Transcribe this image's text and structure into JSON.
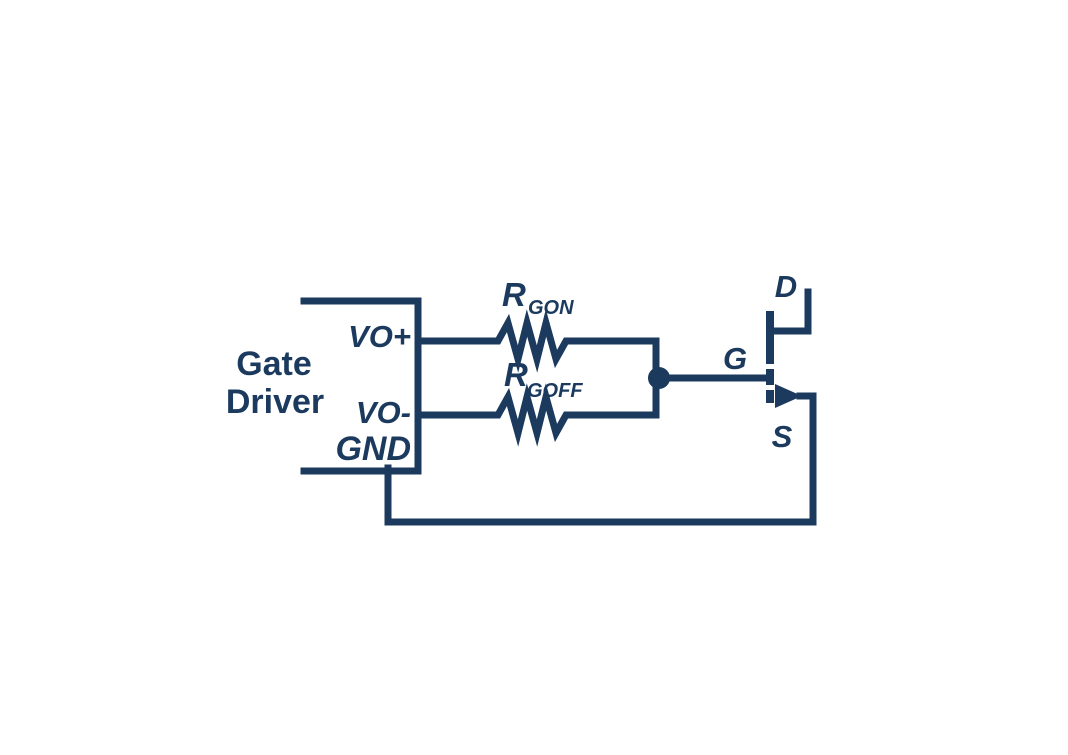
{
  "colors": {
    "line": "#1b3a5e",
    "background": "#ffffff"
  },
  "gate_driver": {
    "title_line1": "Gate",
    "title_line2": "Driver",
    "pin_vo_plus": "VO+",
    "pin_vo_minus": "VO-",
    "pin_gnd": "GND"
  },
  "resistors": {
    "gon_base": "R",
    "gon_sub": "GON",
    "goff_base": "R",
    "goff_sub": "GOFF"
  },
  "mosfet": {
    "drain_label": "D",
    "gate_label": "G",
    "source_label": "S"
  }
}
